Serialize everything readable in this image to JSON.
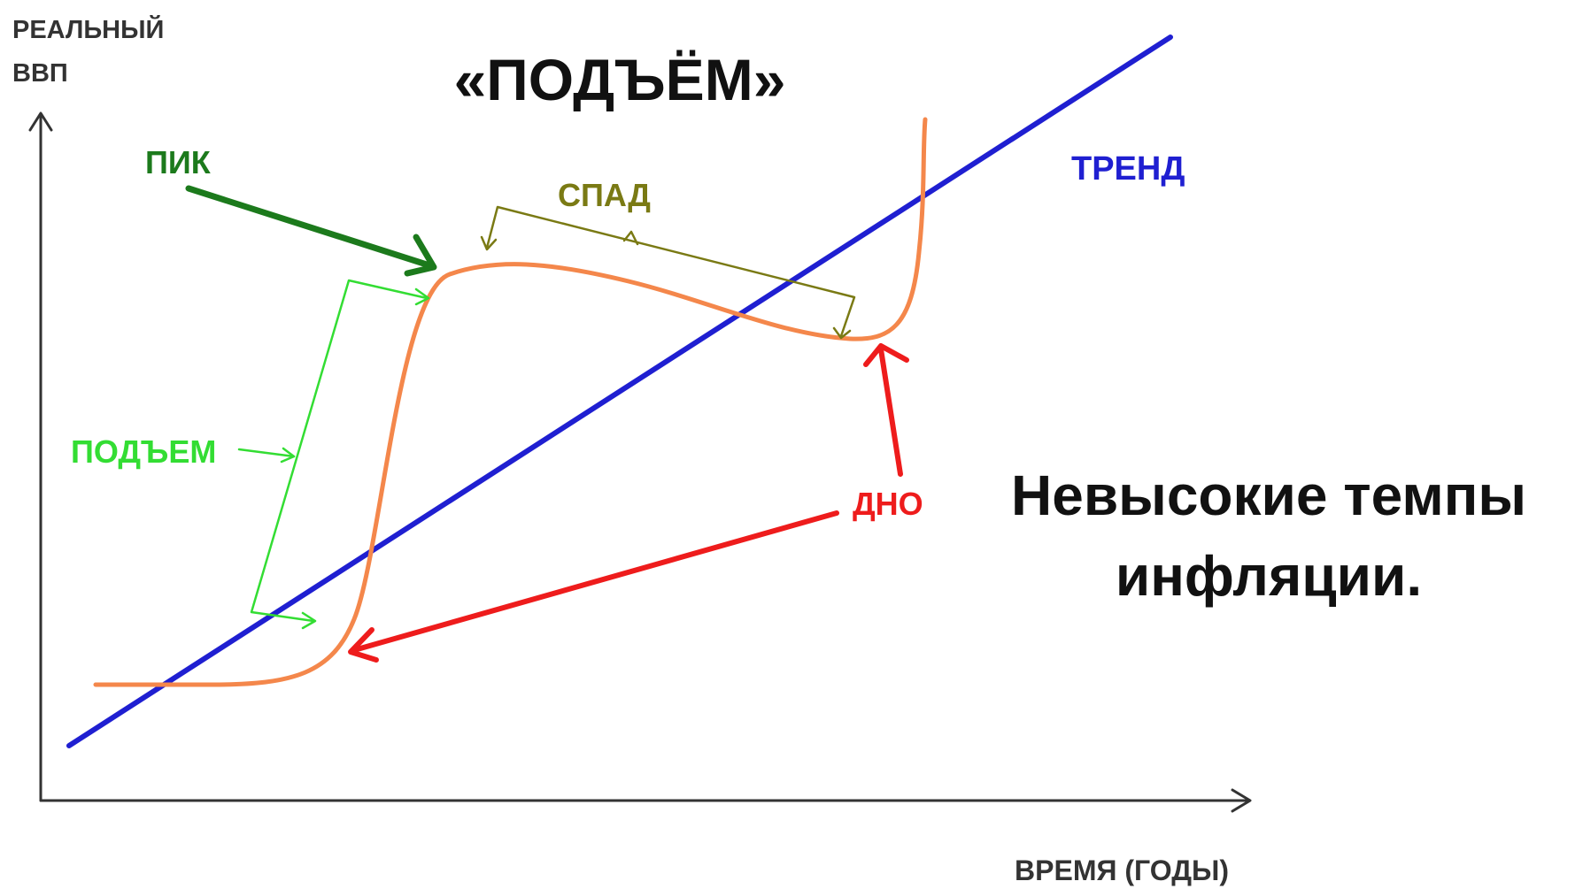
{
  "title": "«ПОДЪЁМ»",
  "axes": {
    "y_label_line1": "РЕАЛЬНЫЙ",
    "y_label_line2": "ВВП",
    "x_label": "ВРЕМЯ (ГОДЫ)"
  },
  "labels": {
    "peak": "ПИК",
    "decline": "СПАД",
    "trend": "ТРЕНД",
    "rise": "ПОДЪЕМ",
    "bottom": "ДНО"
  },
  "note": {
    "line1": "Невысокие темпы",
    "line2": "инфляции."
  },
  "colors": {
    "curve": "#f4874b",
    "trend": "#1f1fd1",
    "peak": "#1c7a1c",
    "decline": "#7a7a14",
    "rise": "#33dd33",
    "bottom": "#ee1c1c",
    "axis": "#333333",
    "text": "#111111"
  }
}
